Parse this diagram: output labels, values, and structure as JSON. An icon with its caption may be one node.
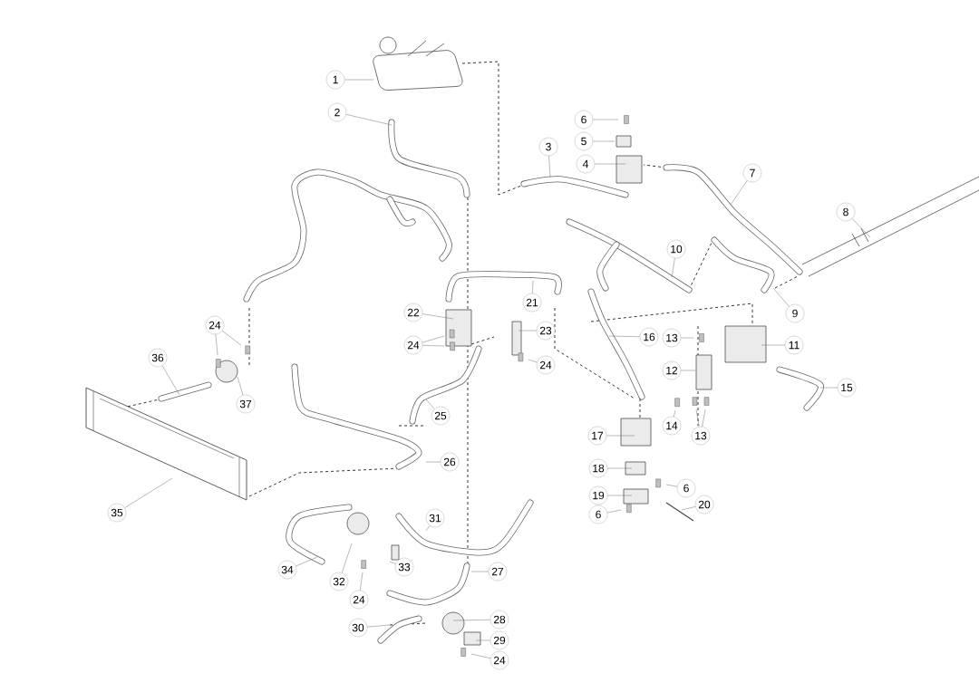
{
  "diagram": {
    "nodes": [
      {
        "text": [
          "1"
        ]
      },
      {
        "text": [
          "2"
        ]
      },
      {
        "text": [
          "6"
        ]
      },
      {
        "text": [
          "5"
        ]
      },
      {
        "text": [
          "3"
        ]
      },
      {
        "text": [
          "4"
        ]
      },
      {
        "text": [
          "7"
        ]
      },
      {
        "text": [
          "8"
        ]
      },
      {
        "text": [
          "10"
        ]
      },
      {
        "text": [
          "21"
        ]
      },
      {
        "text": [
          "9"
        ]
      },
      {
        "text": [
          "22"
        ]
      },
      {
        "text": [
          "24"
        ]
      },
      {
        "text": [
          "23"
        ]
      },
      {
        "text": [
          "16"
        ]
      },
      {
        "text": [
          "13"
        ]
      },
      {
        "text": [
          "11"
        ]
      },
      {
        "text": [
          "24"
        ]
      },
      {
        "text": [
          "36"
        ]
      },
      {
        "text": [
          "12"
        ]
      },
      {
        "text": [
          "24"
        ]
      },
      {
        "text": [
          "15"
        ]
      },
      {
        "text": [
          "37"
        ]
      },
      {
        "text": [
          "25"
        ]
      },
      {
        "text": [
          "14"
        ]
      },
      {
        "text": [
          "13"
        ]
      },
      {
        "text": [
          "17"
        ]
      },
      {
        "text": [
          "26"
        ]
      },
      {
        "text": [
          "18"
        ]
      },
      {
        "text": [
          "19"
        ]
      },
      {
        "text": [
          "6"
        ]
      },
      {
        "text": [
          "35"
        ]
      },
      {
        "text": [
          "20"
        ]
      },
      {
        "text": [
          "6"
        ]
      },
      {
        "text": [
          "31"
        ]
      },
      {
        "text": [
          "34"
        ]
      },
      {
        "text": [
          "33"
        ]
      },
      {
        "text": [
          "27"
        ]
      },
      {
        "text": [
          "32"
        ]
      },
      {
        "text": [
          "24"
        ]
      },
      {
        "text": [
          "28"
        ]
      },
      {
        "text": [
          "30"
        ]
      },
      {
        "text": [
          "29"
        ]
      },
      {
        "text": [
          "24"
        ]
      }
    ],
    "edges": [
      {
        "from": 0,
        "to": null,
        "arrow": "none"
      },
      {
        "from": 1,
        "to": null,
        "arrow": "none"
      },
      {
        "from": 2,
        "to": null,
        "arrow": "none"
      },
      {
        "from": 3,
        "to": null,
        "arrow": "none"
      },
      {
        "from": 4,
        "to": null,
        "arrow": "none"
      },
      {
        "from": 5,
        "to": null,
        "arrow": "none"
      },
      {
        "from": 6,
        "to": null,
        "arrow": "none"
      },
      {
        "from": 7,
        "to": null,
        "arrow": "none"
      },
      {
        "from": 8,
        "to": null,
        "arrow": "none"
      },
      {
        "from": 9,
        "to": null,
        "arrow": "none"
      },
      {
        "from": 10,
        "to": null,
        "arrow": "none"
      },
      {
        "from": 11,
        "to": null,
        "arrow": "none"
      },
      {
        "from": 12,
        "to": null,
        "arrow": "none"
      },
      {
        "from": 12,
        "to": null,
        "arrow": "none"
      },
      {
        "from": 13,
        "to": null,
        "arrow": "none"
      },
      {
        "from": 14,
        "to": null,
        "arrow": "none"
      },
      {
        "from": 15,
        "to": null,
        "arrow": "none"
      },
      {
        "from": 16,
        "to": null,
        "arrow": "none"
      },
      {
        "from": 17,
        "to": null,
        "arrow": "none"
      },
      {
        "from": 17,
        "to": null,
        "arrow": "none"
      },
      {
        "from": 18,
        "to": null,
        "arrow": "none"
      },
      {
        "from": 19,
        "to": null,
        "arrow": "none"
      },
      {
        "from": 20,
        "to": null,
        "arrow": "none"
      },
      {
        "from": 21,
        "to": null,
        "arrow": "none"
      },
      {
        "from": 22,
        "to": null,
        "arrow": "none"
      },
      {
        "from": 23,
        "to": null,
        "arrow": "none"
      },
      {
        "from": 24,
        "to": null,
        "arrow": "none"
      },
      {
        "from": 25,
        "to": null,
        "arrow": "none"
      },
      {
        "from": 25,
        "to": null,
        "arrow": "none"
      },
      {
        "from": 26,
        "to": null,
        "arrow": "none"
      },
      {
        "from": 27,
        "to": null,
        "arrow": "none"
      },
      {
        "from": 28,
        "to": null,
        "arrow": "none"
      },
      {
        "from": 29,
        "to": null,
        "arrow": "none"
      },
      {
        "from": 30,
        "to": null,
        "arrow": "none"
      },
      {
        "from": 31,
        "to": null,
        "arrow": "none"
      },
      {
        "from": 32,
        "to": null,
        "arrow": "none"
      },
      {
        "from": 33,
        "to": null,
        "arrow": "none"
      },
      {
        "from": 34,
        "to": null,
        "arrow": "none"
      },
      {
        "from": 35,
        "to": null,
        "arrow": "none"
      },
      {
        "from": 36,
        "to": null,
        "arrow": "none"
      },
      {
        "from": 37,
        "to": null,
        "arrow": "none"
      },
      {
        "from": 38,
        "to": null,
        "arrow": "none"
      },
      {
        "from": 39,
        "to": null,
        "arrow": "none"
      },
      {
        "from": 40,
        "to": null,
        "arrow": "none"
      },
      {
        "from": 41,
        "to": null,
        "arrow": "none"
      },
      {
        "from": 42,
        "to": null,
        "arrow": "none"
      },
      {
        "from": 43,
        "to": null,
        "arrow": "none"
      }
    ]
  }
}
